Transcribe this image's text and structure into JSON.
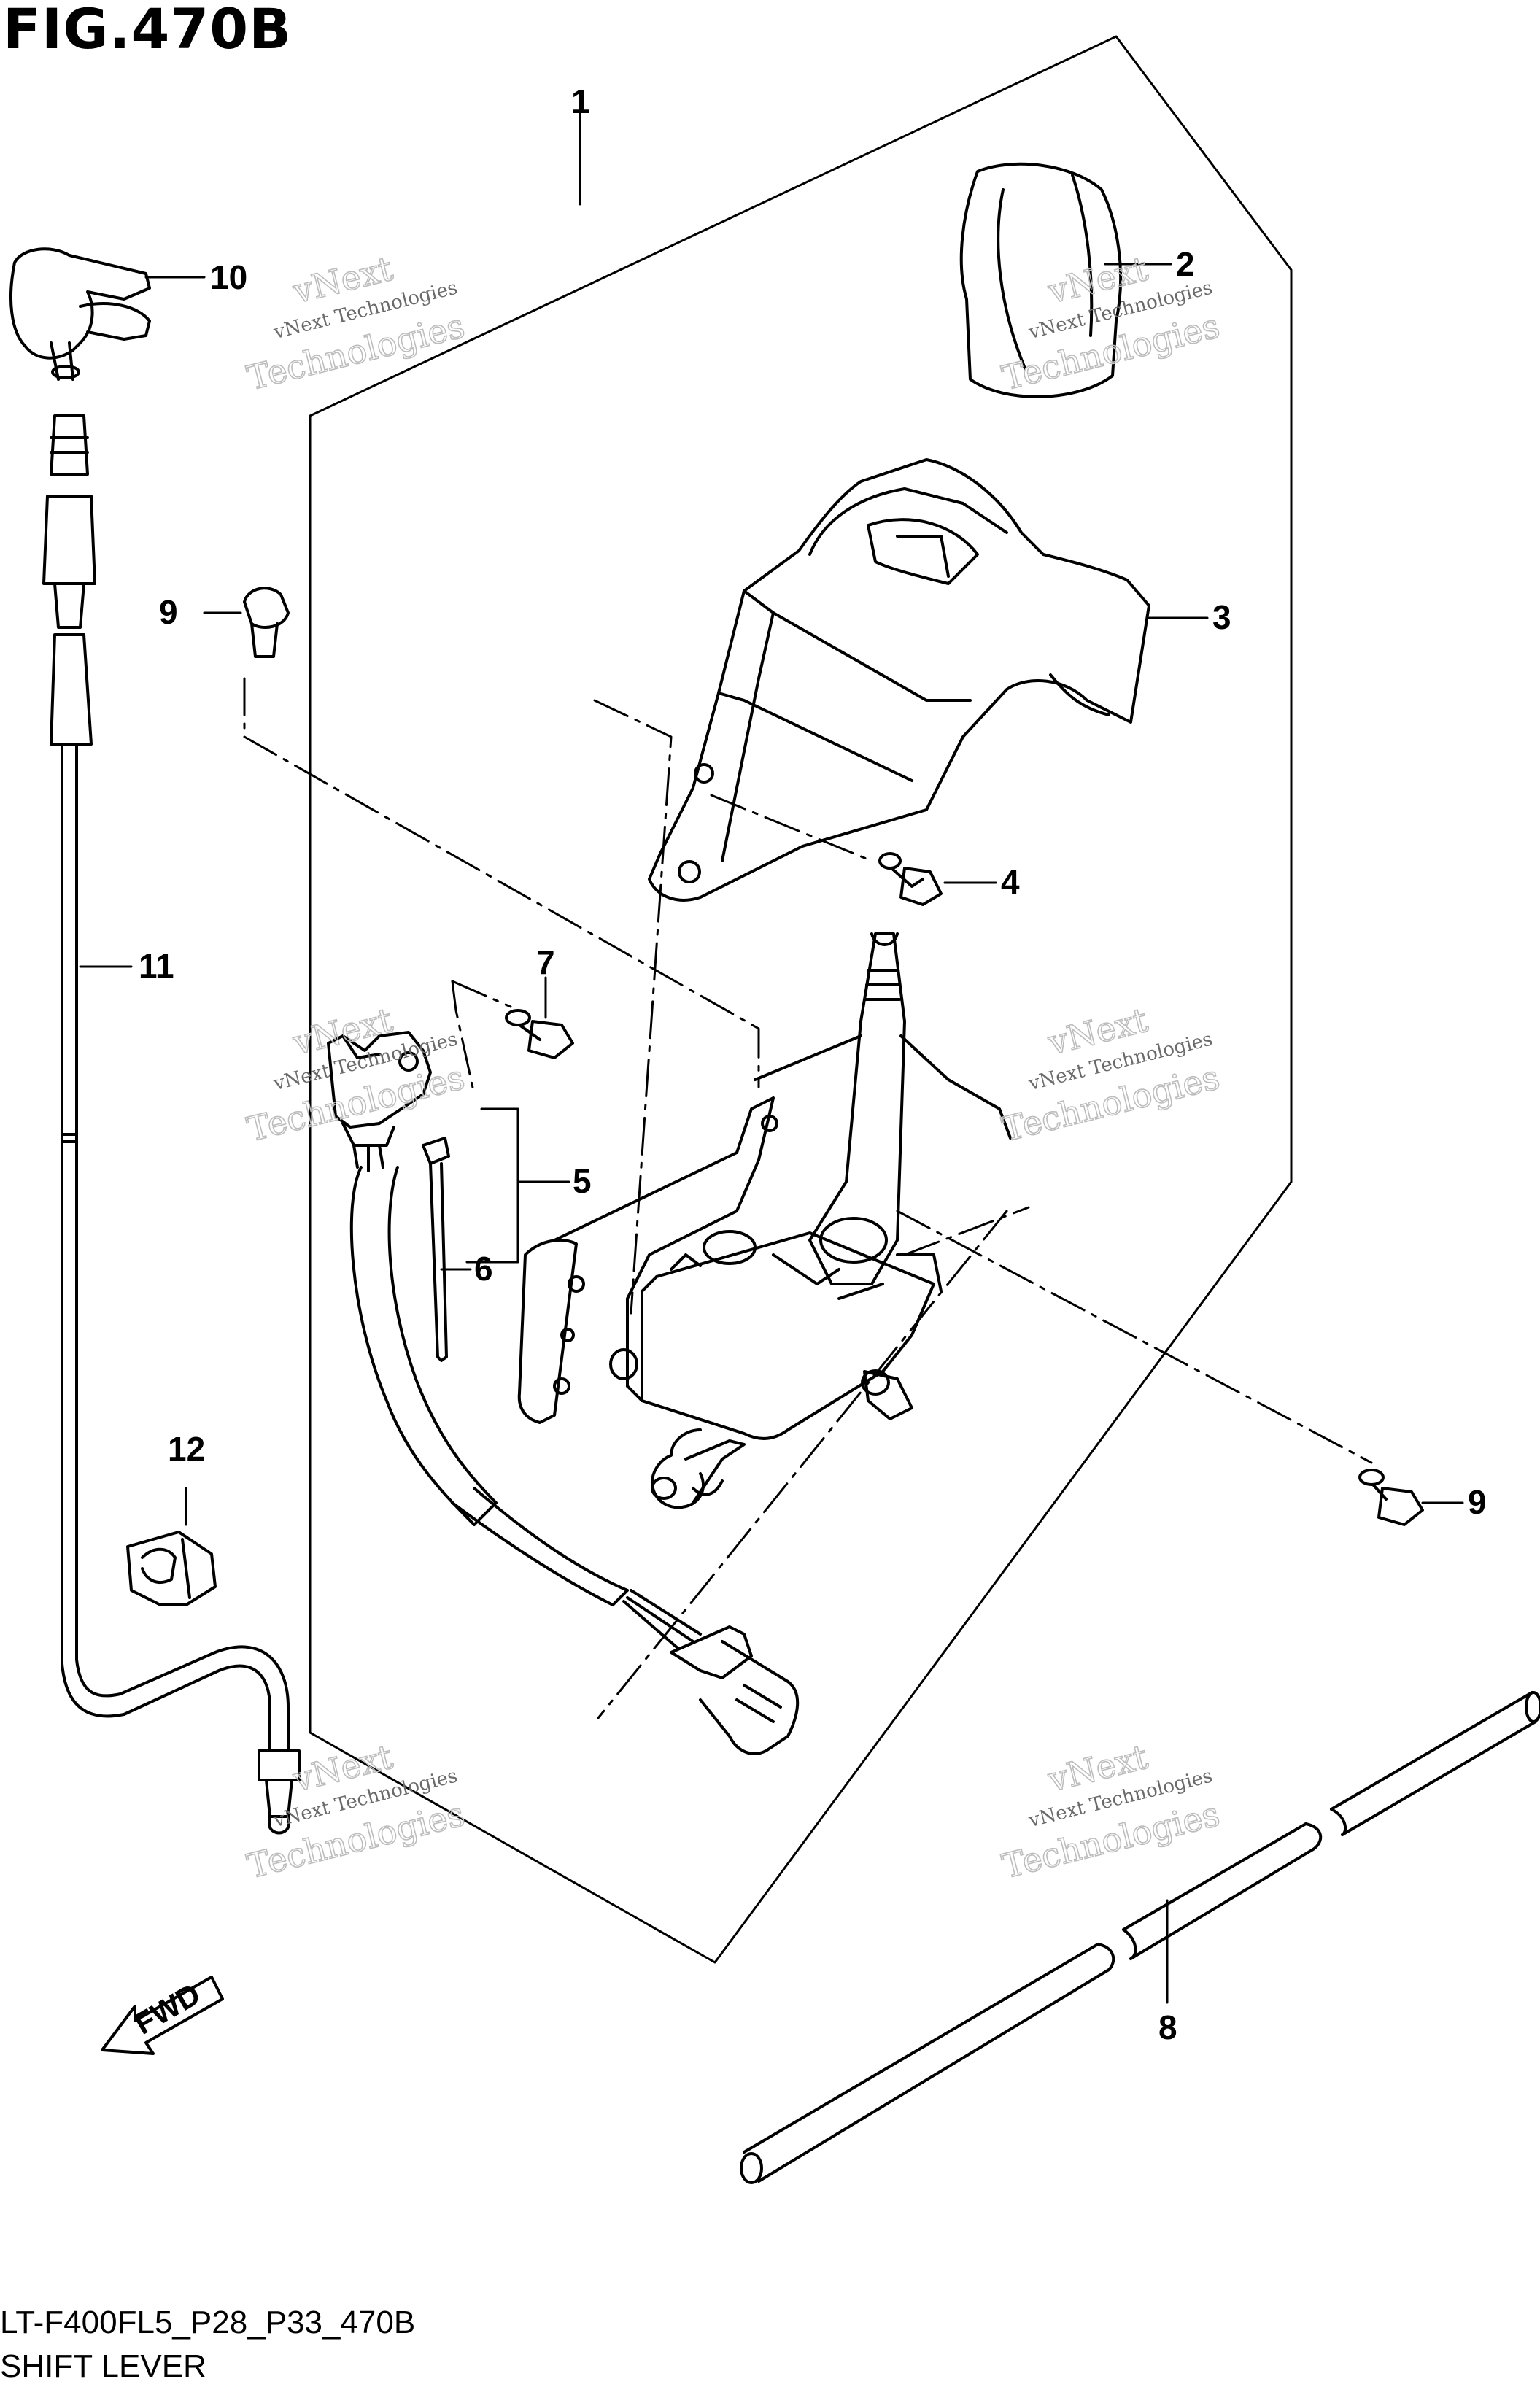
{
  "figure": {
    "title": "FIG.470B",
    "code": "LT-F400FL5_P28_P33_470B",
    "name": "SHIFT LEVER"
  },
  "callouts": [
    "1",
    "2",
    "3",
    "4",
    "5",
    "6",
    "7",
    "8",
    "9",
    "9",
    "10",
    "11",
    "12"
  ],
  "fwd_label": "FWD",
  "watermark": {
    "line1": "vNext",
    "line2": "vNext Technologies",
    "line3": "Technologies"
  },
  "colors": {
    "ink": "#000000",
    "watermark": "#6a6a6a",
    "watermark_outline": "#bdbdbd",
    "background": "#ffffff"
  }
}
